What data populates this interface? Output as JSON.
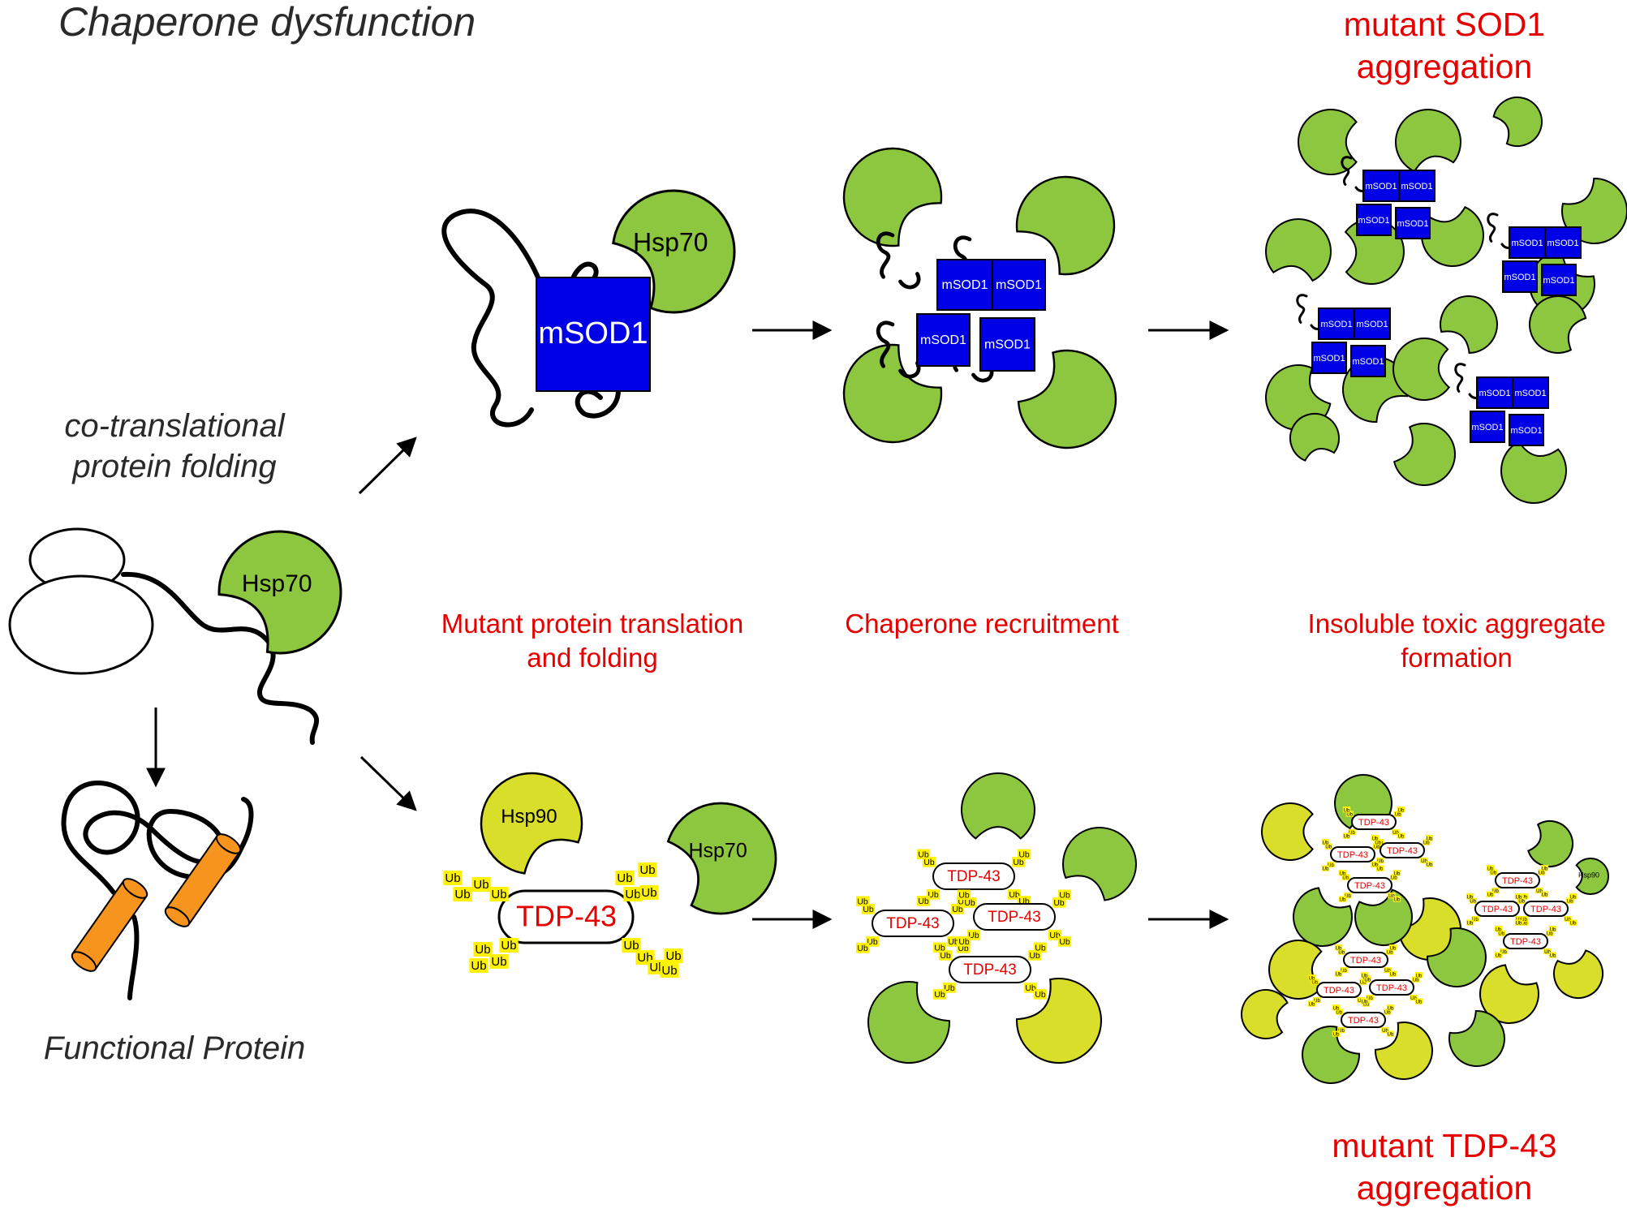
{
  "title": "Chaperone dysfunction",
  "left": {
    "cotrans_line1": "co-translational",
    "cotrans_line2": "protein folding",
    "functional": "Functional Protein",
    "hsp70": "Hsp70"
  },
  "top_row": {
    "heading_line1": "mutant SOD1",
    "heading_line2": "aggregation",
    "hsp70": "Hsp70",
    "msod1": "mSOD1"
  },
  "stage_labels": {
    "stage1_line1": "Mutant protein translation",
    "stage1_line2": "and folding",
    "stage2": "Chaperone recruitment",
    "stage3_line1": "Insoluble toxic aggregate",
    "stage3_line2": "formation"
  },
  "bottom_row": {
    "hsp90": "Hsp90",
    "hsp70": "Hsp70",
    "tdp43": "TDP-43",
    "ub": "Ub",
    "footer_line1": "mutant TDP-43",
    "footer_line2": "aggregation"
  },
  "colors": {
    "hsp70_green": "#8dc63f",
    "hsp90_yellow": "#d8de2a",
    "msod1_blue": "#0000e6",
    "ub_yellow": "#fff200",
    "helix_orange": "#f7941d",
    "label_red": "#e60000"
  }
}
